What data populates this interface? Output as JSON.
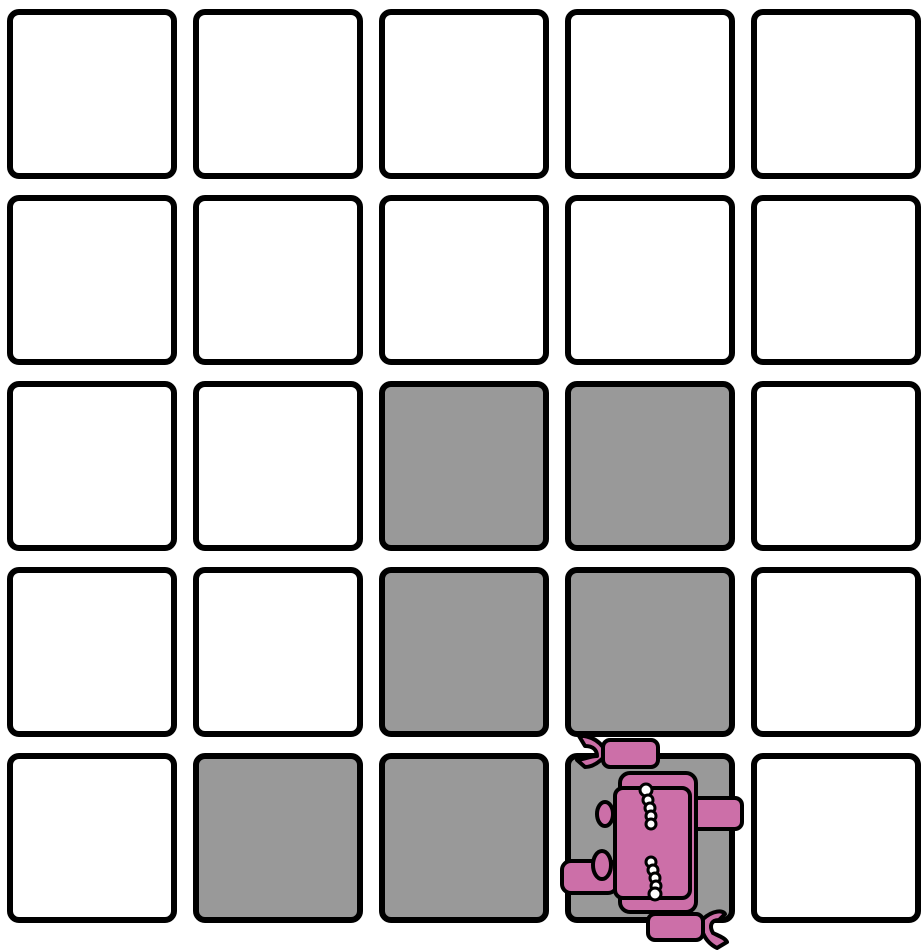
{
  "board": {
    "rows": 5,
    "cols": 5,
    "cells": [
      [
        "empty",
        "empty",
        "empty",
        "empty",
        "empty"
      ],
      [
        "empty",
        "empty",
        "empty",
        "empty",
        "empty"
      ],
      [
        "empty",
        "empty",
        "painted",
        "painted",
        "empty"
      ],
      [
        "empty",
        "empty",
        "painted",
        "painted",
        "empty"
      ],
      [
        "empty",
        "painted",
        "painted",
        "painted",
        "empty"
      ]
    ]
  },
  "robot": {
    "row": 4,
    "col": 3,
    "facing": "left",
    "icon": "robot-icon"
  },
  "colors": {
    "empty_tile": "#ffffff",
    "painted_tile": "#999999",
    "tile_border": "#000000",
    "robot_body": "#cc6fa8",
    "robot_outline": "#000000"
  }
}
